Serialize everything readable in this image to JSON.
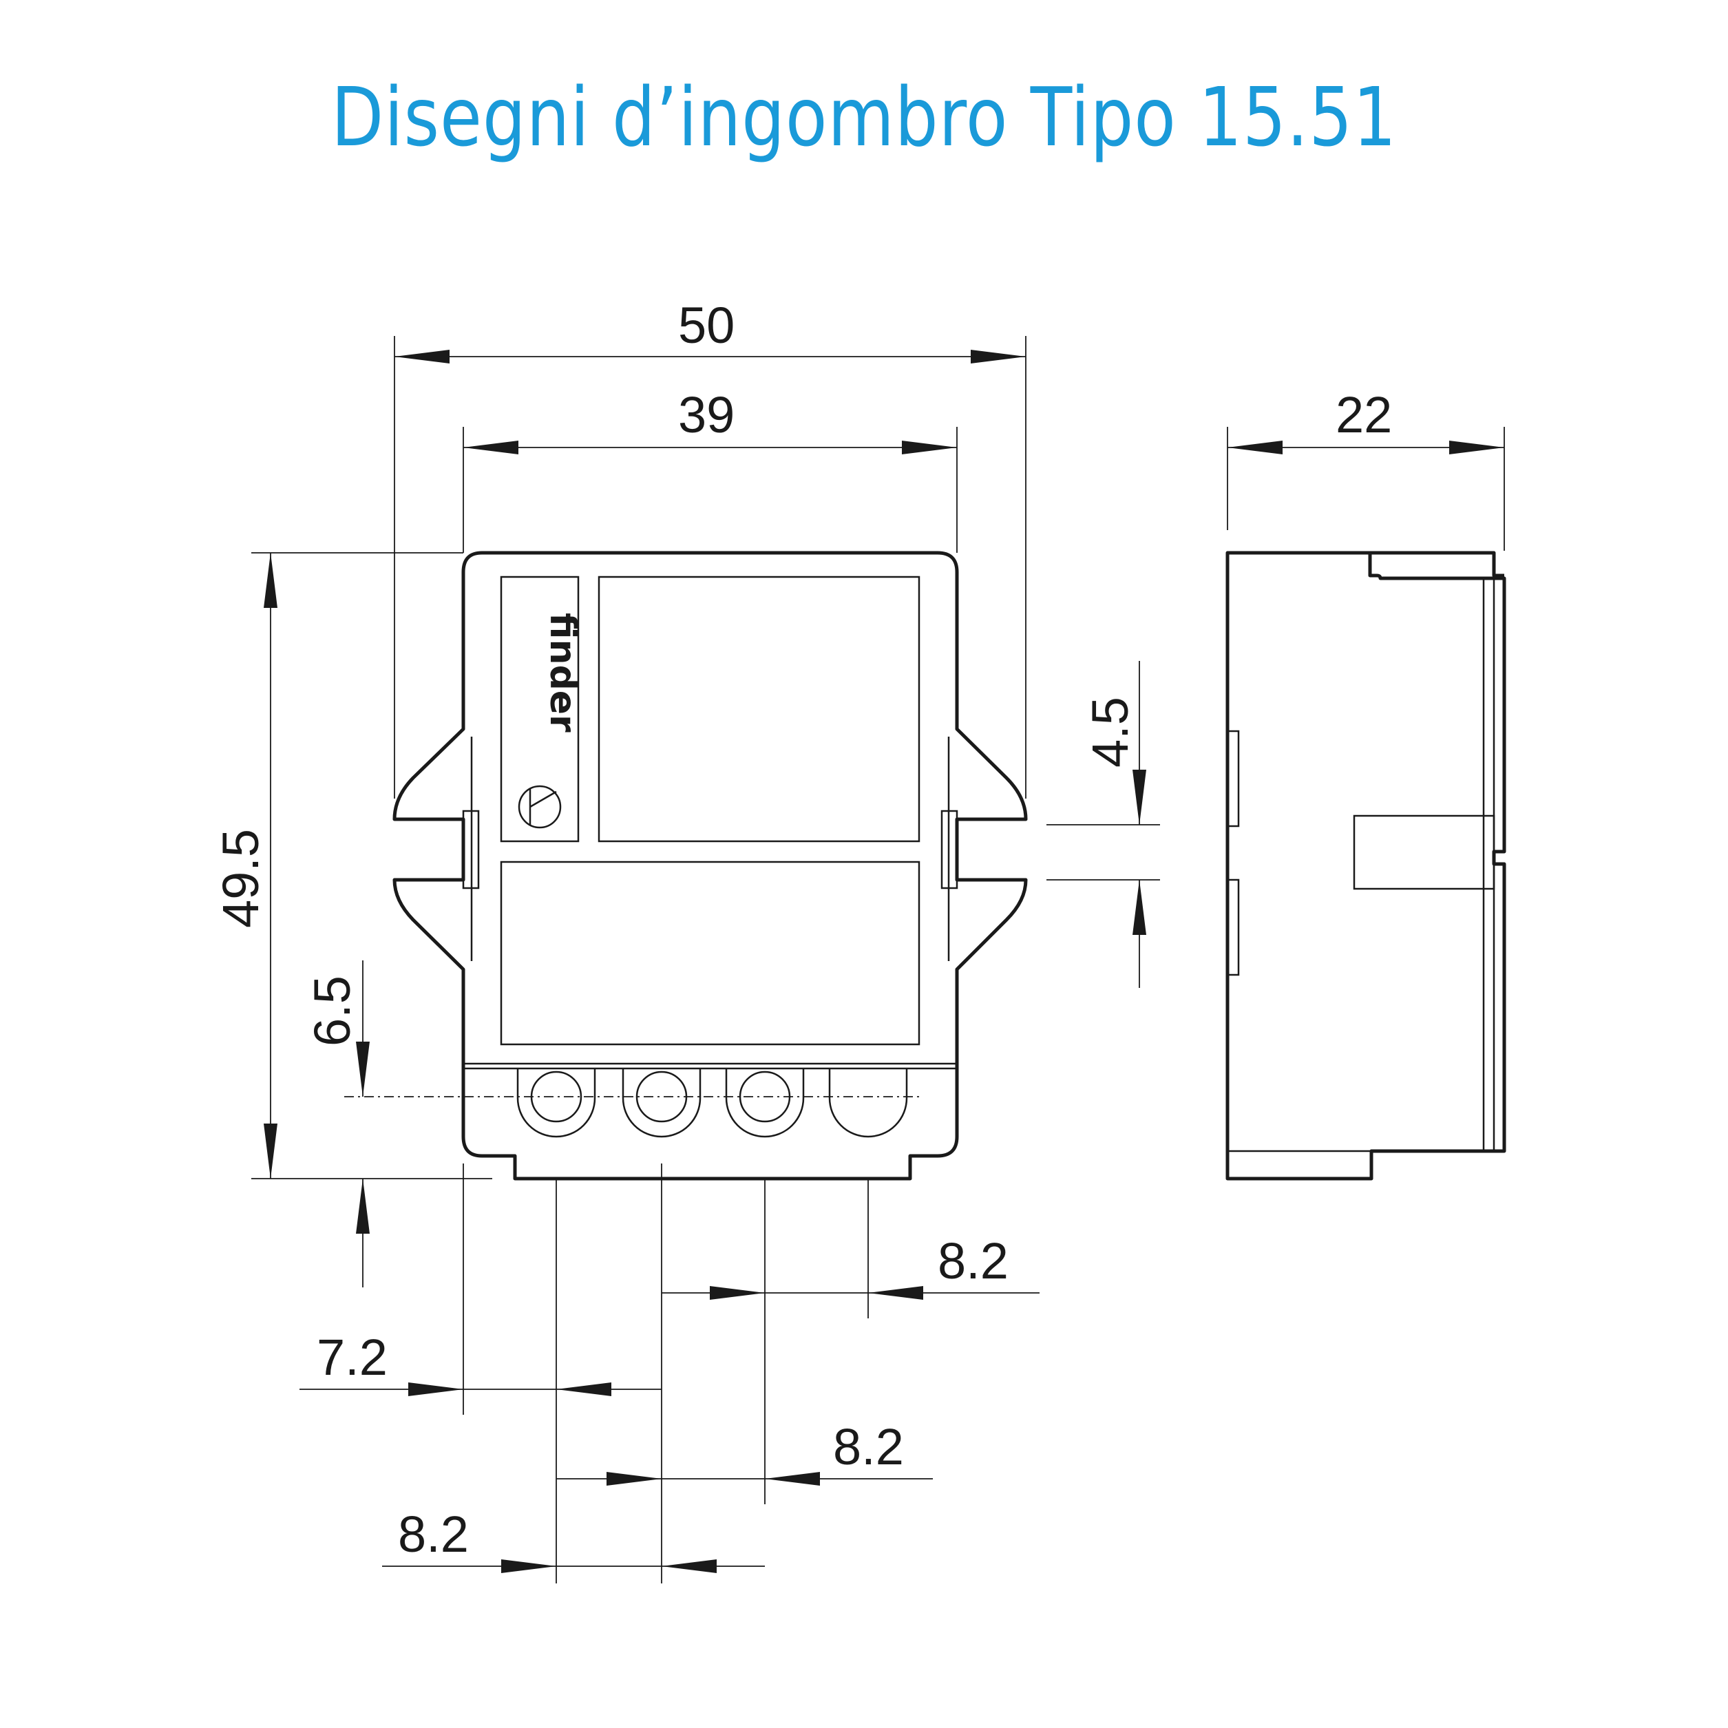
{
  "title": "Disegni d’ingombro Tipo 15.51",
  "brand": {
    "logo_text": "finder",
    "logo_icon": "finder-logo-icon"
  },
  "dimensions": {
    "overall_width": "50",
    "body_width": "39",
    "depth": "22",
    "height": "49.5",
    "clip_gap": "4.5",
    "terminal_height": "6.5",
    "edge_offset": "7.2",
    "pitch_top": "8.2",
    "pitch_middle": "8.2",
    "pitch_bottom": "8.2"
  },
  "colors": {
    "title": "#1a9ad9",
    "lines": "#1a1a1a"
  }
}
